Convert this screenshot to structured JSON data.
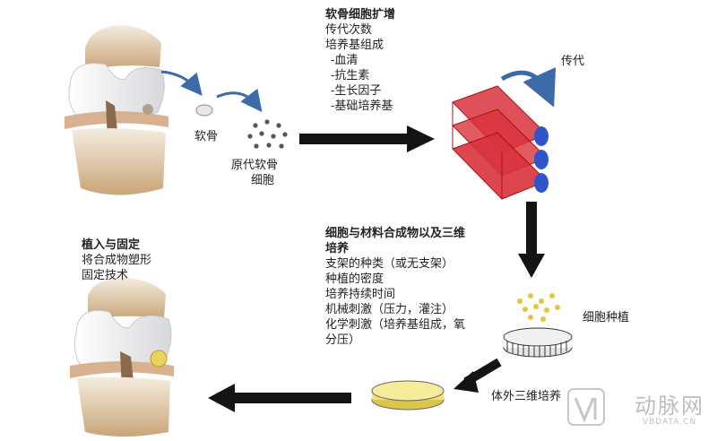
{
  "labels": {
    "cartilage": "软骨",
    "primary_cells_line1": "原代软骨",
    "primary_cells_line2": "细胞",
    "passage": "传代",
    "seeding": "细胞种植",
    "culture_3d": "体外三维培养"
  },
  "expansion": {
    "title": "软骨细胞扩增",
    "line1": "传代次数",
    "line2": "培养基组成",
    "items": [
      "-血清",
      "-抗生素",
      "-生长因子",
      "-基础培养基"
    ]
  },
  "scaffold": {
    "title_line1": "细胞与材料合成物以及三维",
    "title_line2": "培养",
    "items": [
      "支架的种类（或无支架）",
      "种植的密度",
      "培养持续时间",
      "机械刺激（压力，灌注）",
      "化学刺激（培养基组成，氧",
      "分压）"
    ]
  },
  "implant": {
    "title": "植入与固定",
    "line1": "将合成物塑形",
    "line2": "固定技术"
  },
  "watermark": {
    "cn": "动脉网",
    "en": "VBDATA.CN"
  },
  "colors": {
    "arrow": "#141414",
    "blue_arrow": "#3d6aa8",
    "flask_red": "#d9323b",
    "cap_blue": "#2f56c8",
    "bone": "#e9e7e2",
    "cartilage_ring": "#d8b290",
    "scaffold_yellow": "#f2e27a"
  }
}
